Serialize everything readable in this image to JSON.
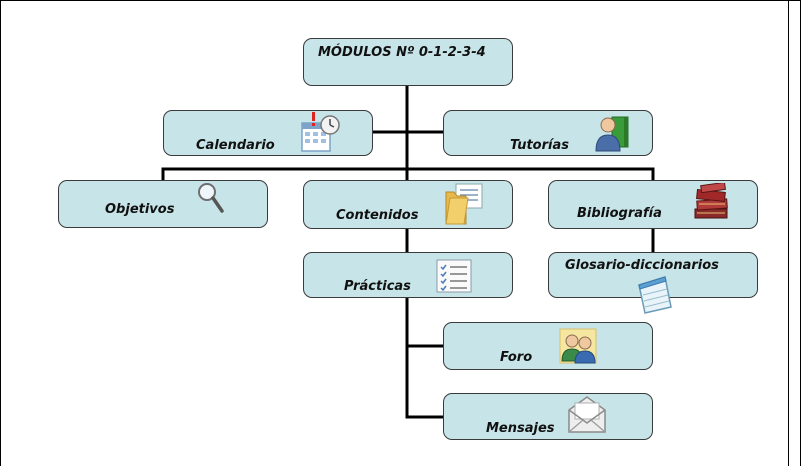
{
  "diagram": {
    "root": {
      "label": "MÓDULOS  Nº 0-1-2-3-4"
    },
    "nodes": {
      "calendario": {
        "label": "Calendario",
        "icon": "calendar-clock-icon"
      },
      "tutorias": {
        "label": "Tutorías",
        "icon": "tutor-book-icon"
      },
      "objetivos": {
        "label": "Objetivos",
        "icon": "magnifier-icon"
      },
      "contenidos": {
        "label": "Contenidos",
        "icon": "folder-icon"
      },
      "bibliografia": {
        "label": "Bibliografía",
        "icon": "books-icon"
      },
      "practicas": {
        "label": "Prácticas",
        "icon": "checklist-icon"
      },
      "glosario": {
        "label": "Glosario-diccionarios",
        "icon": "notepad-icon"
      },
      "foro": {
        "label": "Foro",
        "icon": "people-icon"
      },
      "mensajes": {
        "label": "Mensajes",
        "icon": "envelope-icon"
      }
    },
    "colors": {
      "box_fill": "#c7e4e8",
      "box_border": "#3a3a3a",
      "connector": "#000000"
    }
  }
}
